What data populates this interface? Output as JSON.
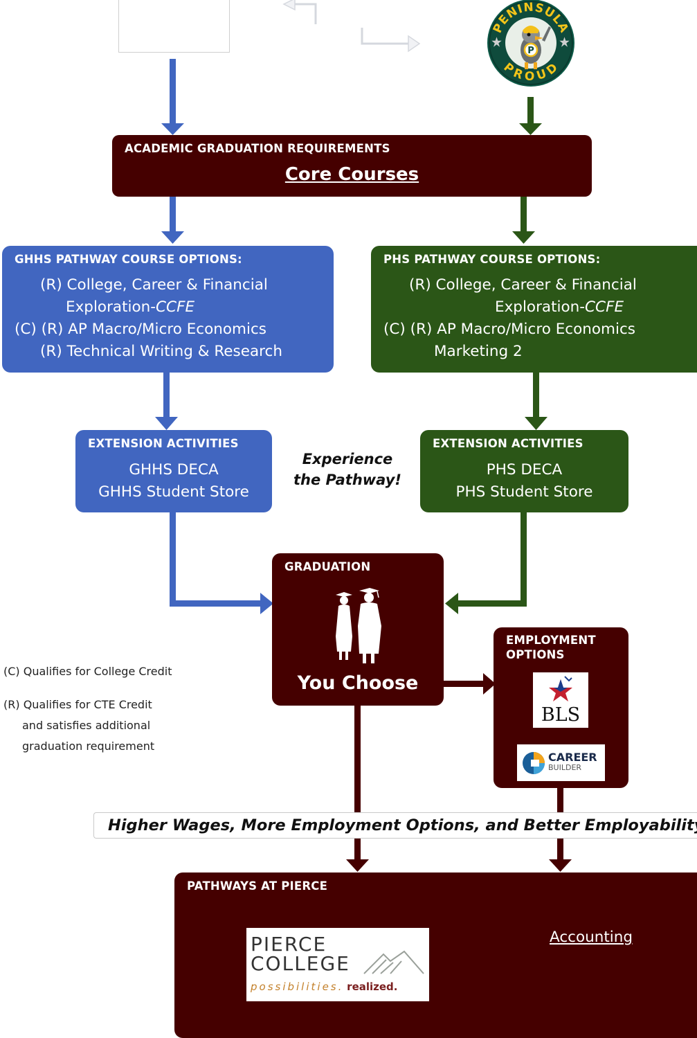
{
  "top": {
    "ghhs_logo": "",
    "phs_logo_text": [
      "PENINSULA",
      "PROUD"
    ],
    "phs_logo_letter": "P"
  },
  "core": {
    "header": "ACADEMIC GRADUATION REQUIREMENTS",
    "link": "Core Courses"
  },
  "ghhs": {
    "header": "GHHS PATHWAY COURSE OPTIONS:",
    "lines": [
      "(R) College, Career & Financial",
      "Exploration-",
      "(C) (R) AP Macro/Micro Economics",
      "(R) Technical Writing & Research"
    ],
    "ccfe": "CCFE"
  },
  "phs": {
    "header": "PHS PATHWAY COURSE OPTIONS:",
    "lines": [
      "(R) College, Career & Financial",
      "Exploration-",
      "(C) (R) AP Macro/Micro Economics",
      "Marketing 2"
    ],
    "ccfe": "CCFE"
  },
  "ext_ghhs": {
    "header": "EXTENSION ACTIVITIES",
    "items": [
      "GHHS DECA",
      "GHHS Student Store"
    ]
  },
  "ext_phs": {
    "header": "EXTENSION ACTIVITIES",
    "items": [
      "PHS DECA",
      "PHS Student Store"
    ]
  },
  "experience": [
    "Experience",
    "the Pathway!"
  ],
  "graduation": {
    "header": "GRADUATION",
    "label": "You Choose"
  },
  "employment": {
    "header_lines": [
      "EMPLOYMENT",
      "OPTIONS"
    ],
    "bls": "BLS",
    "careerbuilder": [
      "CAREER",
      "BUILDER"
    ]
  },
  "notes": [
    "(C) Qualifies for College Credit",
    "(R) Qualifies for CTE Credit",
    "and satisfies additional",
    "graduation requirement"
  ],
  "banner": "Higher Wages, More Employment Options, and Better Employability",
  "pierce": {
    "header": "PATHWAYS AT PIERCE",
    "logo_lines": [
      "PIERCE",
      "COLLEGE"
    ],
    "tagline_left": "possibilities.",
    "tagline_right": "realized.",
    "link": "Accounting"
  },
  "colors": {
    "maroon": "#450000",
    "blue": "#4166c0",
    "green": "#2b5617"
  }
}
